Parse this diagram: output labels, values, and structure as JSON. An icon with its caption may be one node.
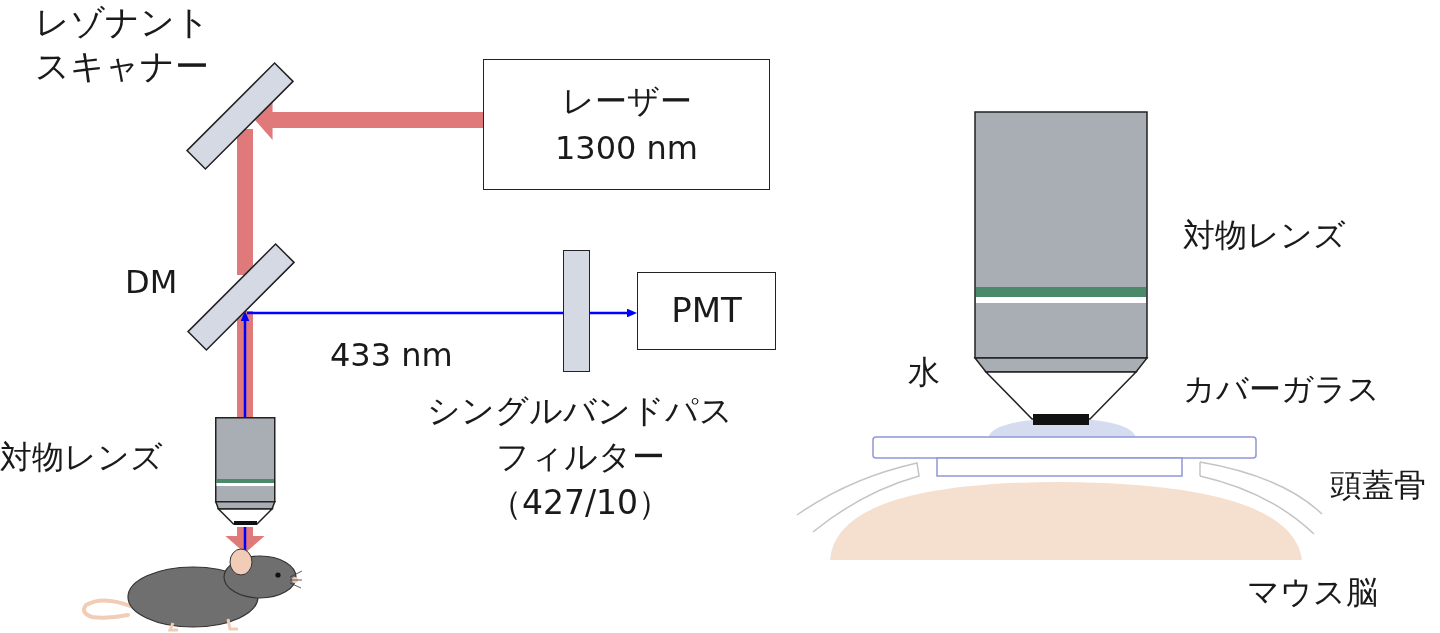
{
  "diagram": {
    "nodes": [
      {
        "text": [
          "レーザー",
          "1300 nm"
        ]
      },
      {
        "text": [
          "レゾナントスキャナー"
        ]
      },
      {
        "text": [
          "DM"
        ]
      },
      {
        "text": [
          "対物レンズ"
        ]
      },
      {
        "text": [],
        "shape": "picture"
      },
      {
        "text": [
          "シングルバンドパスフィルター",
          "（427/10）"
        ]
      },
      {
        "text": [
          "PMT"
        ]
      }
    ],
    "edges": [
      {
        "from": 0,
        "to": 1,
        "arrow": "to",
        "style": "thick",
        "color": "#e07a7a"
      },
      {
        "from": 1,
        "to": 2,
        "arrow": "none",
        "style": "thick",
        "color": "#e07a7a"
      },
      {
        "from": 2,
        "to": 3,
        "arrow": "none",
        "style": "thick",
        "color": "#e07a7a"
      },
      {
        "from": 3,
        "to": 4,
        "arrow": "to",
        "style": "thick",
        "color": "#e07a7a"
      },
      {
        "from": 4,
        "to": 3,
        "arrow": "none",
        "color": "#0000ff"
      },
      {
        "from": 3,
        "to": 2,
        "arrow": "to",
        "color": "#0000ff"
      },
      {
        "from": 2,
        "to": 5,
        "arrow": "none",
        "label": "433 nm",
        "color": "#0000ff"
      },
      {
        "from": 5,
        "to": 6,
        "arrow": "to",
        "color": "#0000ff"
      }
    ],
    "labels": [
      "対物レンズ",
      "水",
      "カバーガラス",
      "頭蓋骨",
      "マウス脳"
    ]
  }
}
